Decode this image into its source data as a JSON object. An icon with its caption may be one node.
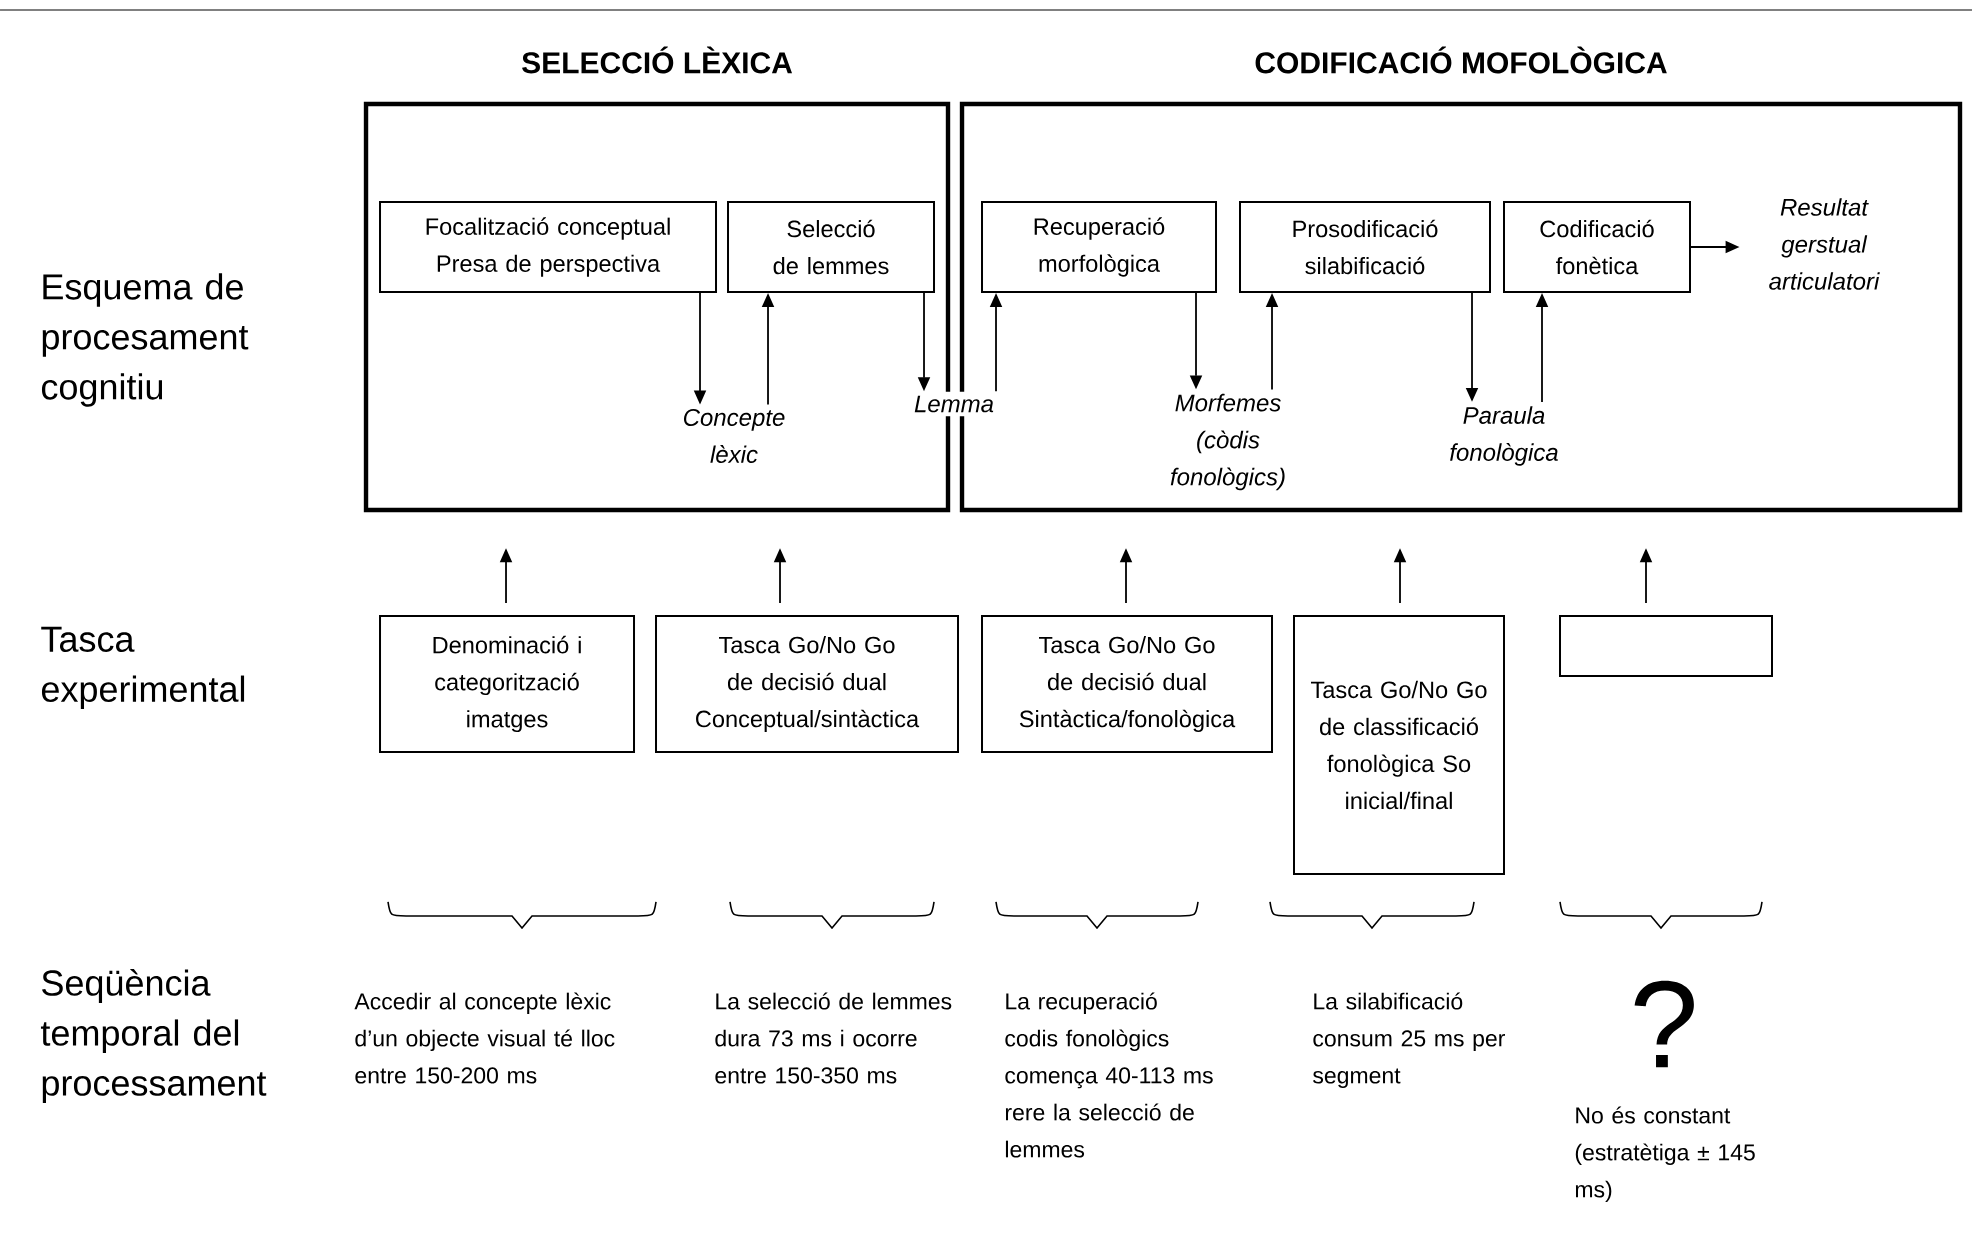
{
  "diagram": {
    "nodes": [
      {
        "text": [
          "SELECCIÓ LÈXICA"
        ]
      },
      {
        "text": [
          "CODIFICACIÓ MOFOLÒGICA"
        ]
      },
      {
        "text": [
          "Focalització conceptual Presa de perspectiva"
        ],
        "in": 0
      },
      {
        "text": [
          "Selecció de lemmes"
        ],
        "in": 0
      },
      {
        "text": [
          "Concepte lèxic"
        ],
        "in": 0
      },
      {
        "text": [
          "Lemma"
        ]
      },
      {
        "text": [
          "Recuperació morfològica"
        ],
        "in": 1
      },
      {
        "text": [
          "Prosodificació silabificació"
        ],
        "in": 1
      },
      {
        "text": [
          "Codificació fonètica"
        ],
        "in": 1
      },
      {
        "text": [
          "Morfemes (còdis fonològics)"
        ],
        "in": 1
      },
      {
        "text": [
          "Paraula fonològica"
        ],
        "in": 1
      },
      {
        "text": [
          "Resultat gerstual articulatori"
        ],
        "in": 1
      },
      {
        "text": [
          "Denominació i categorització imatges"
        ]
      },
      {
        "text": [
          "Tasca Go/No Go de decisió dual Conceptual/sintàctica"
        ]
      },
      {
        "text": [
          "Tasca Go/No Go de decisió dual Sintàctica/fonològica"
        ]
      },
      {
        "text": [
          "Tasca Go/No Go de classificació fonològica So inicial/final"
        ]
      },
      {
        "text": [],
        "shape": "box"
      }
    ],
    "edges": [
      {
        "from": 2,
        "to": 4,
        "arrow": "to"
      },
      {
        "from": 4,
        "to": 3,
        "arrow": "to"
      },
      {
        "from": 3,
        "to": 5,
        "arrow": "to"
      },
      {
        "from": 5,
        "to": 6,
        "arrow": "to"
      },
      {
        "from": 6,
        "to": 9,
        "arrow": "to"
      },
      {
        "from": 9,
        "to": 7,
        "arrow": "to"
      },
      {
        "from": 7,
        "to": 10,
        "arrow": "to"
      },
      {
        "from": 10,
        "to": 8,
        "arrow": "to"
      },
      {
        "from": 8,
        "to": 11,
        "arrow": "to"
      },
      {
        "from": 12,
        "to": 0,
        "arrow": "to"
      },
      {
        "from": 13,
        "to": 0,
        "arrow": "to"
      },
      {
        "from": 14,
        "to": 1,
        "arrow": "to"
      },
      {
        "from": 15,
        "to": 1,
        "arrow": "to"
      },
      {
        "from": 16,
        "to": 1,
        "arrow": "to"
      }
    ],
    "labels": [
      "Esquema de procesament cognitiu",
      "Tasca experimental",
      "Seqüència temporal del processament",
      "Accedir al concepte lèxic d’un objecte visual té lloc entre 150-200 ms",
      "La selecció de lemmes dura 73 ms i ocorre entre 150-350 ms",
      "La recuperació codis fonològics comença 40-113 ms rere la selecció de lemmes",
      "La silabificació consum 25 ms per segment",
      "?",
      "No és constant (estratètiga ± 145 ms)"
    ]
  }
}
